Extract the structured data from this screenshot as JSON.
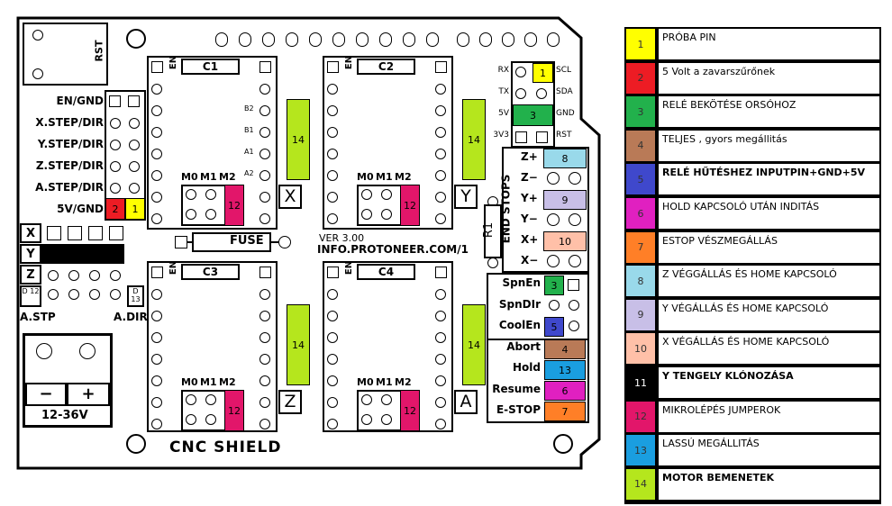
{
  "board": {
    "title": "CNC SHIELD",
    "version": "VER 3.00",
    "url": "INFO.PROTONEER.COM/1",
    "rst": "RST",
    "fuse": "FUSE",
    "r1": "R1",
    "end_stops": "END STOPS",
    "left_labels": [
      "EN/GND",
      "X.STEP/DIR",
      "Y.STEP/DIR",
      "Z.STEP/DIR",
      "A.STEP/DIR",
      "5V/GND"
    ],
    "clone_labels": [
      "X",
      "Y",
      "Z"
    ],
    "d12": "D 12",
    "d13": "D 13",
    "a_stp": "A.STP",
    "a_dir": "A.DIR",
    "power": {
      "minus": "−",
      "plus": "+",
      "voltage": "12-36V"
    },
    "i2c_left": [
      "RX",
      "TX",
      "5V",
      "3V3"
    ],
    "i2c_right": [
      "SCL",
      "SDA",
      "GND",
      "RST"
    ],
    "endstop_labels": [
      "Z+",
      "Z−",
      "Y+",
      "Y−",
      "X+",
      "X−"
    ],
    "spindle_labels": [
      "SpnEn",
      "SpnDIr",
      "CoolEn",
      "Abort",
      "Hold",
      "Resume",
      "E-STOP"
    ],
    "drivers": [
      {
        "cap": "C1",
        "axis": "X",
        "en": "EN",
        "pins": [
          "B2",
          "B1",
          "A1",
          "A2"
        ]
      },
      {
        "cap": "C2",
        "axis": "Y",
        "en": "EN",
        "pins": []
      },
      {
        "cap": "C3",
        "axis": "Z",
        "en": "EN",
        "pins": []
      },
      {
        "cap": "C4",
        "axis": "A",
        "en": "EN",
        "pins": []
      }
    ],
    "jumper_labels": [
      "M0",
      "M1",
      "M2"
    ],
    "markers": {
      "m1": "1",
      "m2": "2",
      "m3": "3",
      "m4": "4",
      "m5": "5",
      "m6": "6",
      "m7": "7",
      "m8": "8",
      "m9": "9",
      "m10": "10",
      "m12": "12",
      "m13": "13",
      "m14": "14"
    }
  },
  "legend": [
    {
      "num": "1",
      "color": "#ffff00",
      "text": "PRÓBA PIN"
    },
    {
      "num": "2",
      "color": "#ed1c24",
      "text": "5 Volt a zavarszűrőnek"
    },
    {
      "num": "3",
      "color": "#22b14c",
      "text": "RELÉ BEKÖTÉSE ORSÓHOZ"
    },
    {
      "num": "4",
      "color": "#b97a57",
      "text": "TELJES , gyors megállitás"
    },
    {
      "num": "5",
      "color": "#3f48cc",
      "text": "RELÉ HŰTÉSHEZ    INPUTPIN+GND+5V"
    },
    {
      "num": "6",
      "color": "#e020c0",
      "text": "HOLD KAPCSOLÓ UTÁN INDITÁS"
    },
    {
      "num": "7",
      "color": "#ff7f27",
      "text": "ESTOP VÉSZMEGÁLLÁS"
    },
    {
      "num": "8",
      "color": "#99d9ea",
      "text": "Z VÉGGÁLLÁS ÉS HOME KAPCSOLÓ"
    },
    {
      "num": "9",
      "color": "#c8bfe7",
      "text": "Y VÉGÁLLÁS ÉS HOME KAPCSOLÓ"
    },
    {
      "num": "10",
      "color": "#ffc0a8",
      "text": "X VÉGÁLLÁS ÉS HOME KAPCSOLÓ"
    },
    {
      "num": "11",
      "color": "#000000",
      "text": "Y TENGELY KLÓNOZÁSA"
    },
    {
      "num": "12",
      "color": "#e2166a",
      "text": "MIKROLÉPÉS JUMPEROK"
    },
    {
      "num": "13",
      "color": "#1a9ee0",
      "text": "LASSÚ MEGÁLLITÁS"
    },
    {
      "num": "14",
      "color": "#b5e61d",
      "text": "MOTOR BEMENETEK"
    }
  ]
}
